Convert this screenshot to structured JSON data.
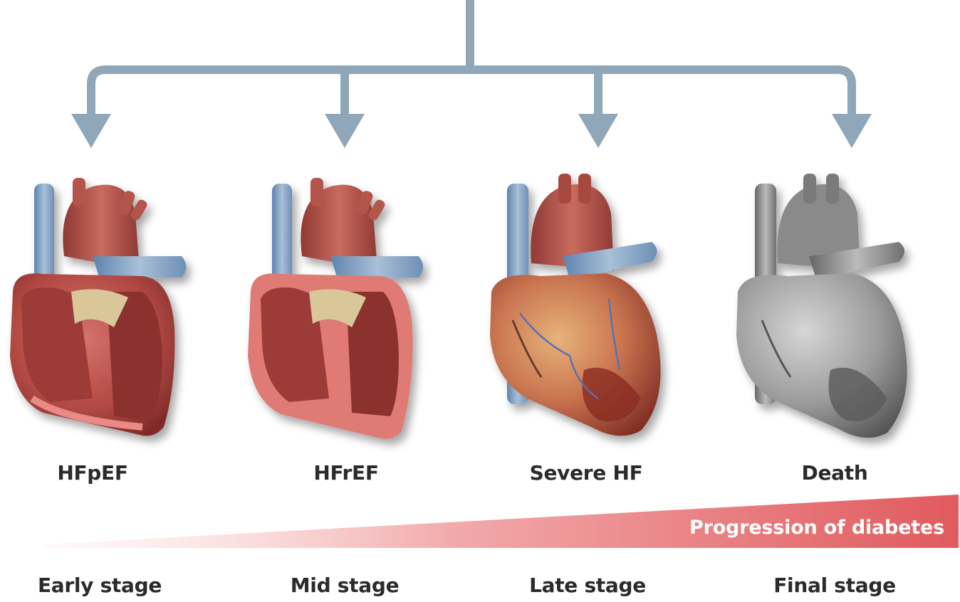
{
  "hearts": [
    {
      "label": "HFpEF",
      "style": "sectioned"
    },
    {
      "label": "HFrEF",
      "style": "sectioned-thin-wall"
    },
    {
      "label": "Severe HF",
      "style": "exterior-damaged"
    },
    {
      "label": "Death",
      "style": "exterior-gray"
    }
  ],
  "stages": [
    "Early stage",
    "Mid stage",
    "Late stage",
    "Final stage"
  ],
  "progression_label": "Progression of diabetes",
  "colors": {
    "arrow": "#8fa7b8",
    "progression_start": "#fbe3e3",
    "progression_end": "#e05a5e",
    "label_text": "#2b2b2b",
    "vein_blue": "#7f9fc4",
    "muscle_red": "#b34a44",
    "dead_gray": "#8a8a8a"
  }
}
